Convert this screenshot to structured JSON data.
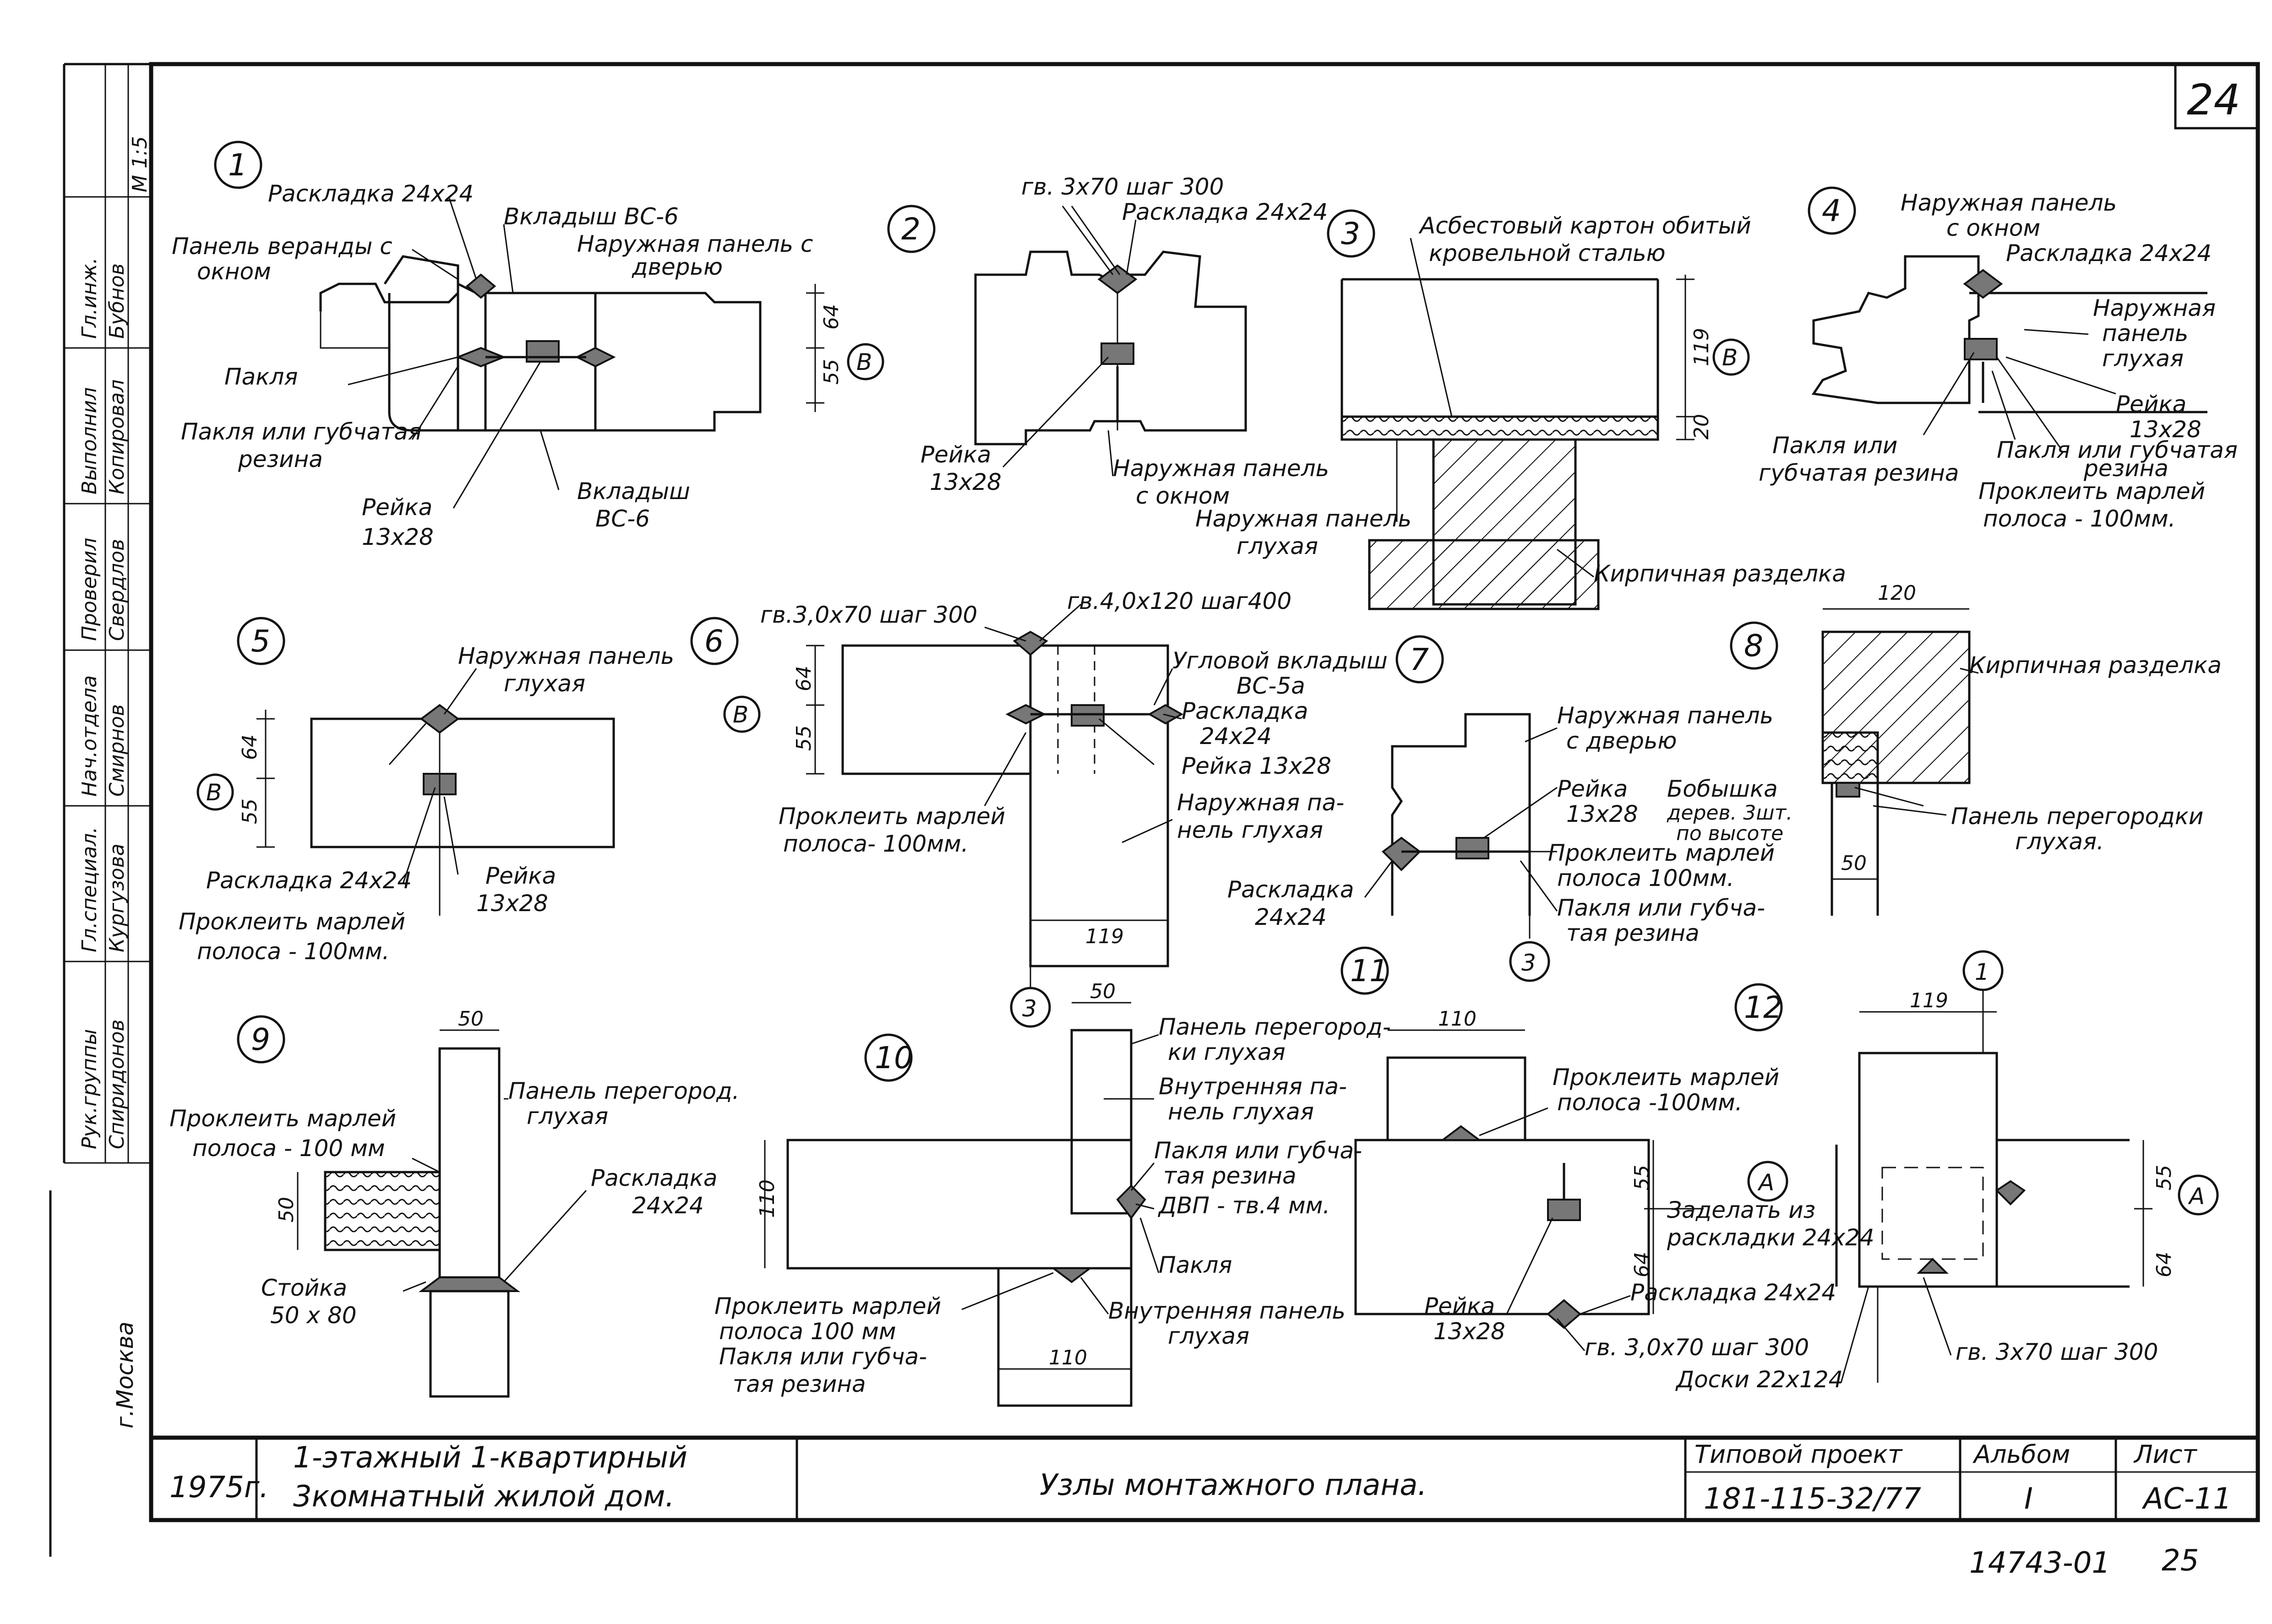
{
  "sheet_number": "24",
  "page_number": "25",
  "inventory_number": "14743-01",
  "title_block": {
    "year": "1975г.",
    "object_line1": "1-этажный   1-квартирный",
    "object_line2": "3комнатный  жилой  дом.",
    "sheet_title": "Узлы  монтажного  плана.",
    "project_label": "Типовой проект",
    "project_code": "181-115-32/77",
    "album_label": "Альбом",
    "album_value": "I",
    "sheet_label": "Лист",
    "sheet_value": "АС-11"
  },
  "side_stamp": {
    "city": "г.Москва",
    "rows": [
      {
        "role": "Рук.группы",
        "name": "Спиридонов"
      },
      {
        "role": "Гл.специал.",
        "name": "Кургузова"
      },
      {
        "role": "Нач.отдела",
        "name": "Смирнов"
      },
      {
        "role": "Проверил",
        "name": "Свердлов"
      },
      {
        "role": "Выполнил",
        "name": "Копировал"
      },
      {
        "role": "Гл.инж.",
        "name": "Бубнов"
      }
    ],
    "scale": "М 1:5"
  },
  "nodes": [
    {
      "id": "1",
      "labels": [
        "Раскладка 24х24",
        "Вкладыш ВС-6",
        "Наружная панель с",
        "дверью",
        "Панель веранды с",
        "окном",
        "Пакля",
        "Пакля или губчатая",
        "резина",
        "Рейка",
        "13х28",
        "Вкладыш",
        "ВС-6"
      ],
      "dims": [
        "64",
        "55"
      ],
      "axis": "В"
    },
    {
      "id": "2",
      "labels": [
        "гв. 3х70 шаг 300",
        "Раскладка 24х24",
        "Рейка",
        "13х28",
        "Наружная панель",
        "с окном"
      ]
    },
    {
      "id": "3",
      "labels": [
        "Асбестовый картон обитый",
        "кровельной сталью",
        "Наружная панель",
        "глухая",
        "Кирпичная разделка"
      ],
      "dims": [
        "119",
        "20"
      ],
      "axis": "В"
    },
    {
      "id": "4",
      "labels": [
        "Наружная панель",
        "с окном",
        "Раскладка 24х24",
        "Наружная",
        "панель",
        "глухая",
        "Рейка",
        "13х28",
        "Пакля или",
        "губчатая резина",
        "Пакля или губчатая",
        "резина",
        "Проклеить марлей",
        "полоса - 100мм."
      ]
    },
    {
      "id": "5",
      "labels": [
        "Наружная панель",
        "глухая",
        "Раскладка 24х24",
        "Рейка",
        "13х28",
        "Проклеить марлей",
        "полоса - 100мм."
      ],
      "dims": [
        "64",
        "55"
      ],
      "axis": "В"
    },
    {
      "id": "6",
      "labels": [
        "гв.3,0х70 шаг 300",
        "гв.4,0х120 шаг400",
        "Угловой вкладыш",
        "ВС-5а",
        "Раскладка",
        "24х24",
        "Рейка 13х28",
        "Наружная па-",
        "нель глухая",
        "Проклеить марлей",
        "полоса- 100мм."
      ],
      "dims": [
        "64",
        "55",
        "119"
      ],
      "axis": "В",
      "ref": "3"
    },
    {
      "id": "7",
      "labels": [
        "Наружная панель",
        "с дверью",
        "Рейка",
        "13х28",
        "Раскладка",
        "24х24",
        "Проклеить марлей",
        "полоса 100мм.",
        "Пакля или губча-",
        "тая резина"
      ],
      "ref": "3"
    },
    {
      "id": "8",
      "labels": [
        "Кирпичная разделка",
        "Бобышка",
        "дерев. 3шт.",
        "по высоте",
        "Панель перегородки",
        "глухая."
      ],
      "dims": [
        "120",
        "50"
      ]
    },
    {
      "id": "9",
      "labels": [
        "Проклеить марлей",
        "полоса - 100 мм",
        "Панель перегород.",
        "глухая",
        "Раскладка",
        "24х24",
        "Стойка",
        "50 х 80"
      ],
      "dims": [
        "50",
        "50"
      ]
    },
    {
      "id": "10",
      "labels": [
        "Панель перегород-",
        "ки глухая",
        "Внутренняя па-",
        "нель глухая",
        "Пакля или губча-",
        "тая резина",
        "ДВП - тв.4 мм.",
        "Пакля",
        "Проклеить марлей",
        "полоса 100 мм",
        "Пакля или губча-",
        "тая резина",
        "Внутренняя панель",
        "глухая"
      ],
      "dims": [
        "50",
        "110",
        "110"
      ]
    },
    {
      "id": "11",
      "labels": [
        "Проклеить марлей",
        "полоса -100мм.",
        "Заделать из",
        "раскладки 24х24",
        "Рейка",
        "13х28",
        "Раскладка 24х24",
        "гв. 3,0х70 шаг 300"
      ],
      "dims": [
        "110",
        "55",
        "64"
      ],
      "axis": "А"
    },
    {
      "id": "12",
      "labels": [
        "Доски 22х124",
        "гв. 3х70 шаг 300"
      ],
      "dims": [
        "119",
        "55",
        "64"
      ],
      "axis": "А",
      "ref": "1"
    }
  ]
}
